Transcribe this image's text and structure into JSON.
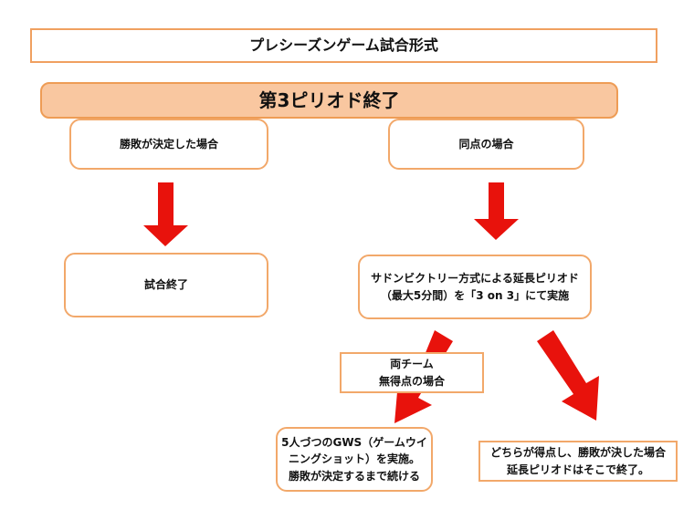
{
  "title": "プレシーズンゲーム試合形式",
  "header": "第3ピリオド終了",
  "boxes": {
    "decided": "勝敗が決定した場合",
    "tied": "同点の場合",
    "game_over": "試合終了",
    "sudden_victory": "サドンビクトリー方式による延長ピリオド\n（最大5分間）を「3 on 3」にて実施",
    "both_scoreless": "両チーム\n無得点の場合",
    "gws": "5人づつのGWS（ゲームウイ\nニングショット）を実施。\n勝敗が決定するまで続ける",
    "either_scored": "どちらが得点し、勝敗が決した場合\n延長ピリオドはそこで終了。"
  },
  "colors": {
    "border": "#f2a86a",
    "header_fill": "#f9c7a0",
    "arrow": "#e8120c"
  }
}
